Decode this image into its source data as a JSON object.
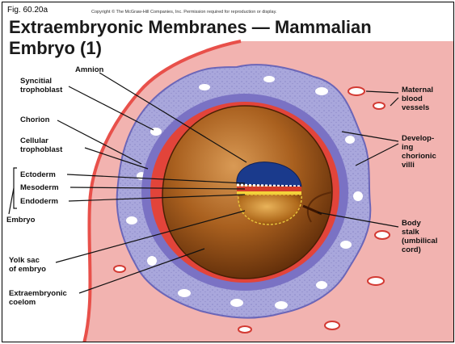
{
  "figure_tag": "Fig. 60.20a",
  "copyright": "Copyright © The McGraw-Hill Companies, Inc. Permission required for reproduction or display.",
  "title_line1": "Extraembryonic Membranes — Mammalian",
  "title_line2": "Embryo (1)",
  "labels": {
    "amnion": "Amnion",
    "syncitial_trophoblast": "Syncitial\ntrophoblast",
    "chorion": "Chorion",
    "cellular_trophoblast": "Cellular\ntrophoblast",
    "ectoderm": "Ectoderm",
    "mesoderm": "Mesoderm",
    "endoderm": "Endoderm",
    "embryo": "Embryo",
    "yolk_sac": "Yolk sac\nof embryo",
    "extraembryonic_coelom": "Extraembryonic\ncoelom",
    "maternal_blood_vessels": "Maternal\nblood\nvessels",
    "developing_chorionic_villi": "Develop-\ning\nchorionic\nvilli",
    "body_stalk": "Body\nstalk\n(umbilical\ncord)"
  },
  "colors": {
    "uterine_tissue": "#f2b3b0",
    "uterine_edge": "#e8504a",
    "trophoblast": "#a9a7dc",
    "chorion": "#7a72c4",
    "coelom": "#8a4a14",
    "amnion_ectoderm": "#1a3a8c",
    "mesoderm": "#d43b2a",
    "yolk_sac": "#e6a22a"
  }
}
